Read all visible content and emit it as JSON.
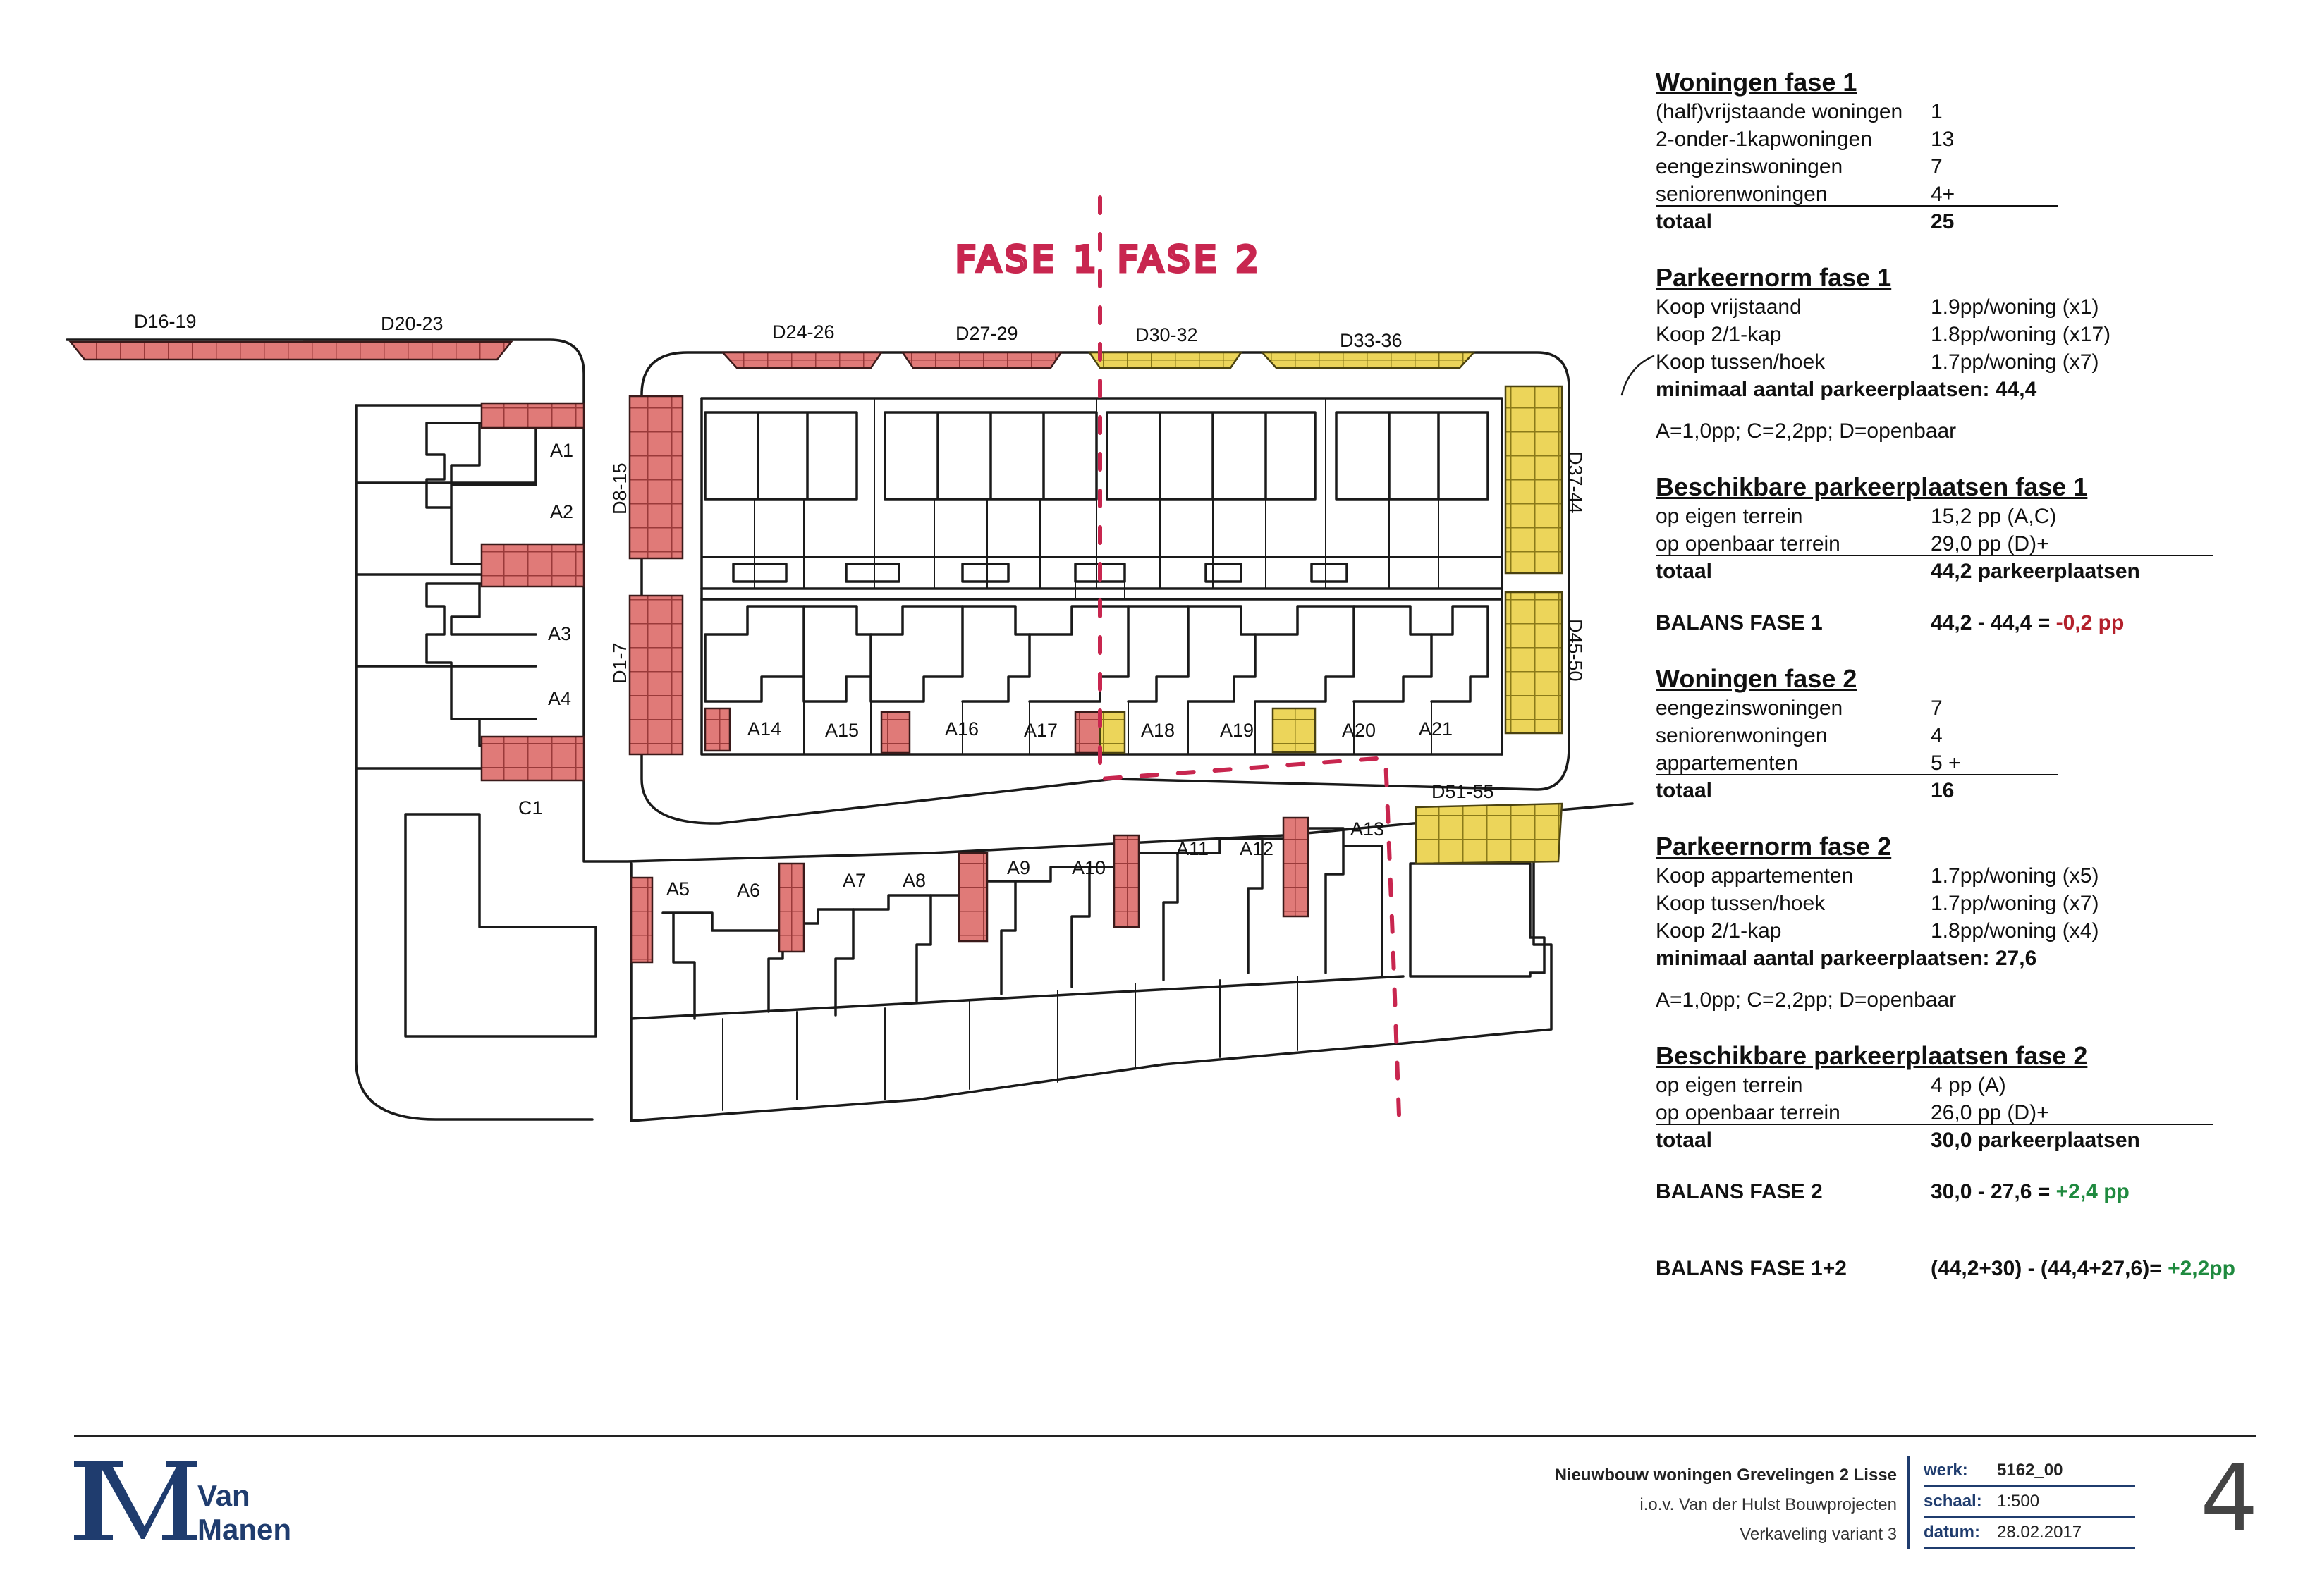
{
  "plan": {
    "fase_left": "FASE 1",
    "fase_right": "FASE 2",
    "labels": {
      "D16_19": "D16-19",
      "D20_23": "D20-23",
      "D24_26": "D24-26",
      "D27_29": "D27-29",
      "D30_32": "D30-32",
      "D33_36": "D33-36",
      "D37_44": "D37-44",
      "D45_50": "D45-50",
      "D51_55": "D51-55",
      "D8_15": "D8-15",
      "D1_7": "D1-7",
      "A1": "A1",
      "A2": "A2",
      "A3": "A3",
      "A4": "A4",
      "C1": "C1",
      "A5": "A5",
      "A6": "A6",
      "A7": "A7",
      "A8": "A8",
      "A9": "A9",
      "A10": "A10",
      "A11": "A11",
      "A12": "A12",
      "A13": "A13",
      "A14": "A14",
      "A15": "A15",
      "A16": "A16",
      "A17": "A17",
      "A18": "A18",
      "A19": "A19",
      "A20": "A20",
      "A21": "A21"
    },
    "colors": {
      "fase1_parking": "#e07a78",
      "fase2_parking": "#ecd55a",
      "phase_line": "#c8264f"
    }
  },
  "info": {
    "woningen1": {
      "title": "Woningen fase 1",
      "rows": [
        {
          "k": "(half)vrijstaande woningen",
          "v": "1"
        },
        {
          "k": "2-onder-1kapwoningen",
          "v": "13"
        },
        {
          "k": "eengezinswoningen",
          "v": "7"
        },
        {
          "k": "seniorenwoningen",
          "v": "4+"
        }
      ],
      "total_k": "totaal",
      "total_v": "25"
    },
    "norm1": {
      "title": "Parkeernorm fase 1",
      "rows": [
        {
          "k": "Koop vrijstaand",
          "v": "1.9pp/woning (x1)"
        },
        {
          "k": "Koop 2/1-kap",
          "v": "1.8pp/woning (x17)"
        },
        {
          "k": "Koop tussen/hoek",
          "v": "1.7pp/woning (x7)"
        }
      ],
      "min": "minimaal aantal parkeerplaatsen: 44,4",
      "note": "A=1,0pp; C=2,2pp; D=openbaar"
    },
    "beschik1": {
      "title": "Beschikbare parkeerplaatsen fase 1",
      "rows": [
        {
          "k": "op eigen terrein",
          "v": "15,2 pp (A,C)"
        },
        {
          "k": "op openbaar terrein",
          "v": "29,0 pp (D)+"
        }
      ],
      "total_k": "totaal",
      "total_v": "44,2 parkeerplaatsen",
      "bal_k": "BALANS FASE 1",
      "bal_v": "44,2 - 44,4 = ",
      "bal_r": "-0,2 pp"
    },
    "woningen2": {
      "title": "Woningen fase 2",
      "rows": [
        {
          "k": "eengezinswoningen",
          "v": "7"
        },
        {
          "k": "seniorenwoningen",
          "v": "4"
        },
        {
          "k": "appartementen",
          "v": "5 +"
        }
      ],
      "total_k": "totaal",
      "total_v": "16"
    },
    "norm2": {
      "title": "Parkeernorm fase 2",
      "rows": [
        {
          "k": "Koop appartementen",
          "v": "1.7pp/woning (x5)"
        },
        {
          "k": "Koop tussen/hoek",
          "v": "1.7pp/woning (x7)"
        },
        {
          "k": "Koop 2/1-kap",
          "v": "1.8pp/woning (x4)"
        }
      ],
      "min": "minimaal aantal parkeerplaatsen: 27,6",
      "note": "A=1,0pp; C=2,2pp; D=openbaar"
    },
    "beschik2": {
      "title": "Beschikbare parkeerplaatsen fase 2",
      "rows": [
        {
          "k": "op eigen terrein",
          "v": "4 pp (A)"
        },
        {
          "k": "op openbaar terrein",
          "v": "26,0 pp (D)+"
        }
      ],
      "total_k": "totaal",
      "total_v": "30,0 parkeerplaatsen",
      "bal_k": "BALANS FASE 2",
      "bal_v": "30,0 - 27,6 = ",
      "bal_r": "+2,4 pp"
    },
    "final": {
      "k": "BALANS FASE 1+2",
      "v": "(44,2+30) - (44,4+27,6)= ",
      "r": "+2,2pp"
    }
  },
  "footer": {
    "logo_line1": "Van",
    "logo_line2": "Manen",
    "title": "Nieuwbouw woningen Grevelingen 2 Lisse",
    "subtitle": "i.o.v. Van der Hulst Bouwprojecten",
    "variant": "Verkaveling variant 3",
    "werk_label": "werk:",
    "werk": "5162_00",
    "schaal_label": "schaal:",
    "schaal": "1:500",
    "datum_label": "datum:",
    "datum": "28.02.2017",
    "page": "4"
  }
}
